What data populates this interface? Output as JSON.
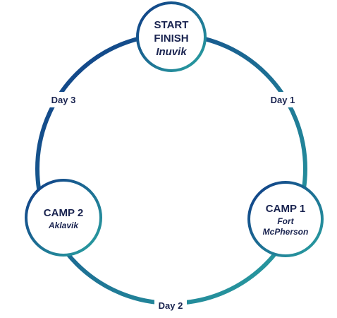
{
  "colors": {
    "navy": "#0f3a86",
    "teal": "#2aa3a1",
    "text": "#1a2450",
    "background": "#ffffff"
  },
  "nodes": {
    "start": {
      "line1": "START",
      "line2": "FINISH",
      "place": "Inuvik"
    },
    "camp1": {
      "title": "CAMP 1",
      "place_line1": "Fort",
      "place_line2": "McPherson"
    },
    "camp2": {
      "title": "CAMP 2",
      "place": "Aklavik"
    }
  },
  "days": {
    "day1": "Day 1",
    "day2": "Day 2",
    "day3": "Day 3"
  }
}
